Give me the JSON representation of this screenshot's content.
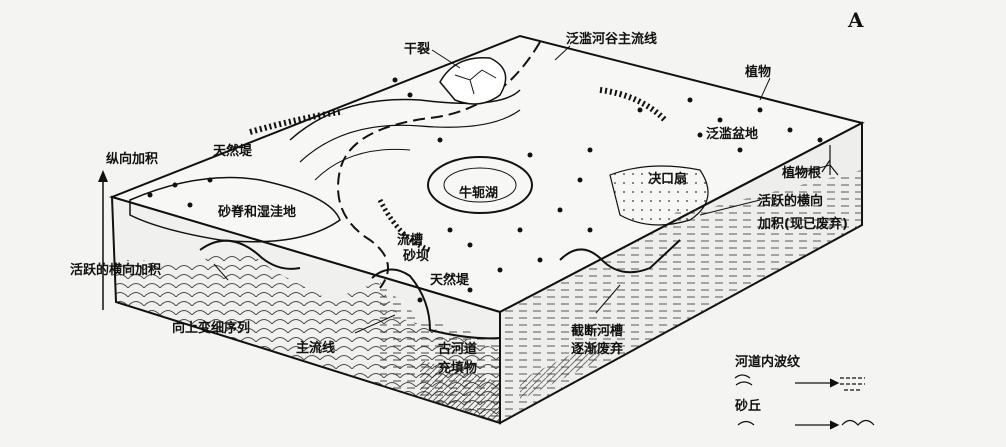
{
  "panel_letter": "A",
  "labels": {
    "dry_crack": "干裂",
    "floodplain_main_line": "泛滥河谷主流线",
    "plants": "植物",
    "flood_basin": "泛滥盆地",
    "vertical_accretion": "纵向加积",
    "natural_levee_1": "天然堤",
    "ridge_swale": "砂脊和湿洼地",
    "oxbow_lake": "牛轭湖",
    "crevasse_splay": "决口扇",
    "plant_roots": "植物根",
    "active_lateral_1": "活跃的横向",
    "active_lateral_2": "加积(现已废弃)",
    "channel_bar_1": "流槽",
    "channel_bar_2": "砂坝",
    "natural_levee_2": "天然堤",
    "active_lateral_accretion": "活跃的横向加积",
    "fining_upward": "向上变细序列",
    "main_flow_line": "主流线",
    "paleo_fill_1": "古河道",
    "paleo_fill_2": "充填物",
    "cutoff_1": "截断河槽",
    "cutoff_2": "逐渐废弃",
    "legend_ripples": "河道内波纹",
    "legend_dunes": "砂丘"
  }
}
